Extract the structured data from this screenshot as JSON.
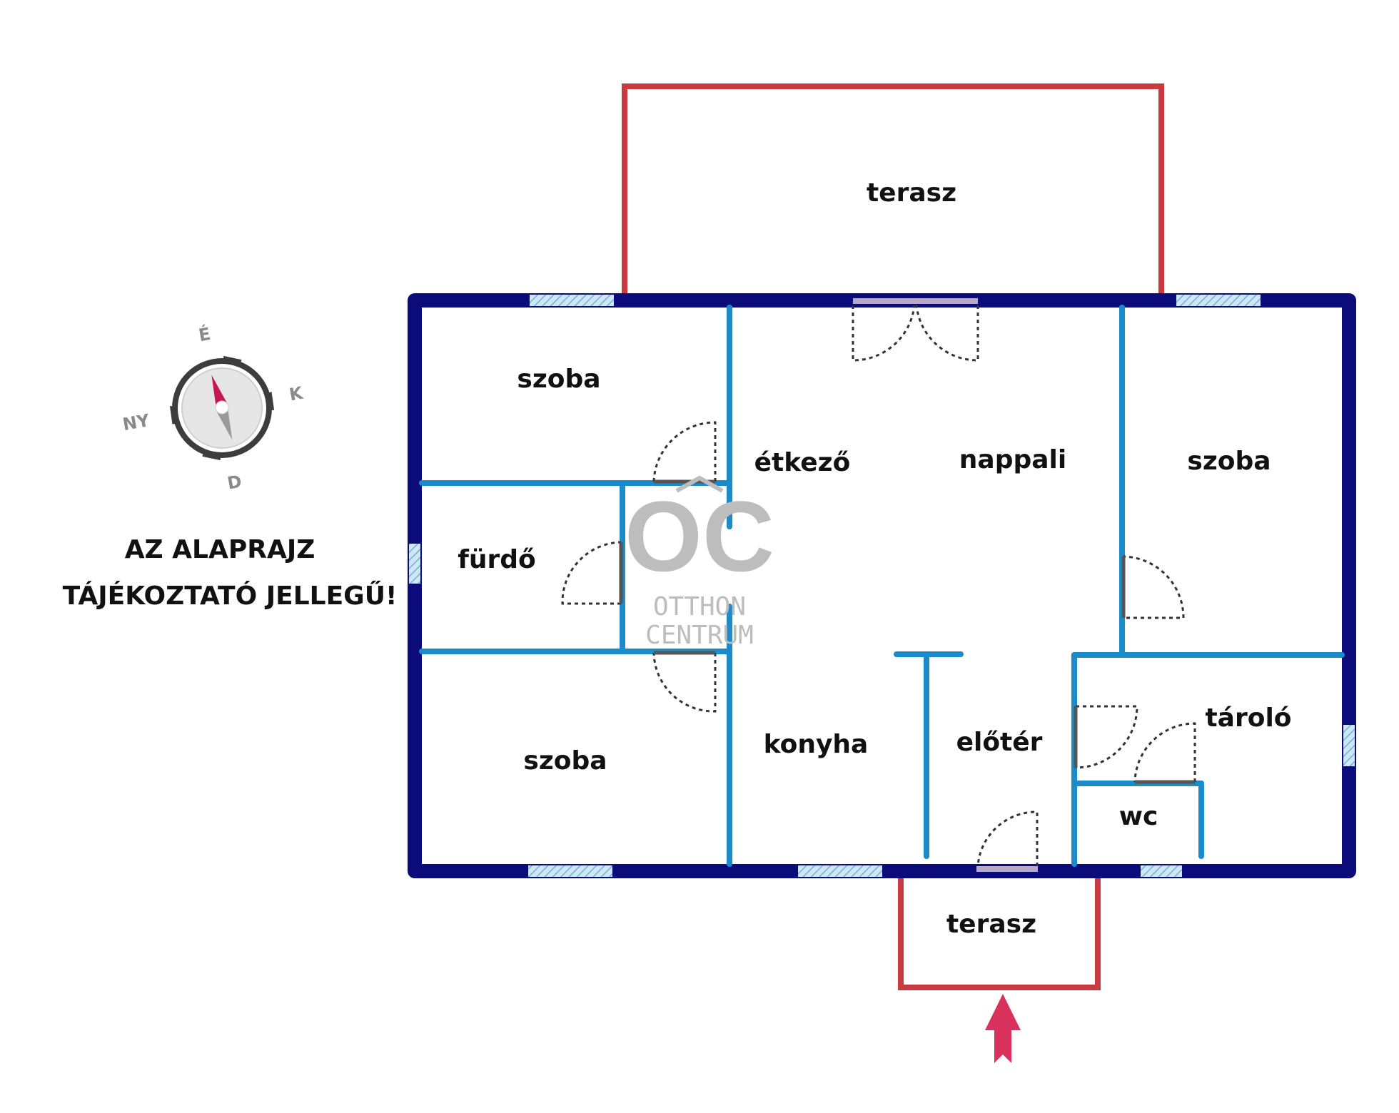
{
  "rooms": {
    "terrace_top": "terasz",
    "room_top_left": "szoba",
    "bathroom": "fürdő",
    "room_bottom_left": "szoba",
    "dining": "étkező",
    "living": "nappali",
    "room_right": "szoba",
    "kitchen": "konyha",
    "hall": "előtér",
    "storage": "tároló",
    "wc": "wc",
    "terrace_bottom": "terasz"
  },
  "compass": {
    "north": "É",
    "east": "K",
    "south": "D",
    "west": "NY"
  },
  "note": {
    "line1": "AZ ALAPRAJZ",
    "line2": "TÁJÉKOZTATÓ JELLEGŰ!"
  },
  "logo": {
    "mark": "OC",
    "line1": "OTTHON",
    "line2": "CENTRUM"
  },
  "colors": {
    "outer_wall": "#0b0b7a",
    "inner_wall": "#1a8ccc",
    "terrace": "#c83a3f",
    "window": "#a9d0e8",
    "door_swing": "#333333",
    "entrance_arrow": "#d8315b",
    "compass_needle": "#c8174f"
  }
}
